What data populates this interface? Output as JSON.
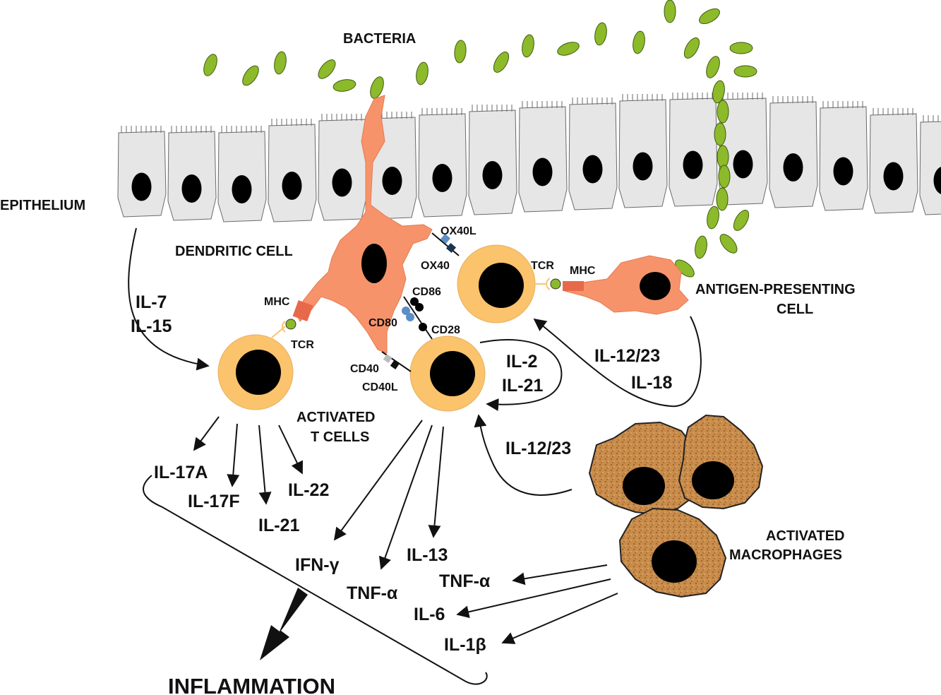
{
  "labels": {
    "bacteria": "BACTERIA",
    "epithelium": "EPITHELIUM",
    "dendritic_cell": "DENDRITIC CELL",
    "apc_line1": "ANTIGEN-PRESENTING",
    "apc_line2": "CELL",
    "activated_t_line1": "ACTIVATED",
    "activated_t_line2": "T CELLS",
    "macrophages_line1": "ACTIVATED",
    "macrophages_line2": "MACROPHAGES",
    "inflammation": "INFLAMMATION"
  },
  "receptors": {
    "ox40l": "OX40L",
    "ox40": "OX40",
    "tcr_right": "TCR",
    "mhc_right": "MHC",
    "mhc_left": "MHC",
    "tcr_left": "TCR",
    "cd86": "CD86",
    "cd80": "CD80",
    "cd28": "CD28",
    "cd40": "CD40",
    "cd40l": "CD40L"
  },
  "cytokines": {
    "il7": "IL-7",
    "il15": "IL-15",
    "il2": "IL-2",
    "il21_loop": "IL-21",
    "il12_23_apc": "IL-12/23",
    "il18": "IL-18",
    "il12_23_mac": "IL-12/23",
    "il17a": "IL-17A",
    "il17f": "IL-17F",
    "il21": "IL-21",
    "il22": "IL-22",
    "ifn_g": "IFN-γ",
    "tnf_a_t": "TNF-α",
    "il13": "IL-13",
    "tnf_a_mac": "TNF-α",
    "il6": "IL-6",
    "il1b": "IL-1β"
  },
  "colors": {
    "epithelium_fill": "#e6e6e6",
    "nucleus": "#000000",
    "dendritic": "#f7936a",
    "t_cell": "#fbc36c",
    "bacteria": "#8dba2a",
    "macrophage": "#c98c4a",
    "mhc": "#e8694a",
    "cd80": "#5b8fc7"
  }
}
